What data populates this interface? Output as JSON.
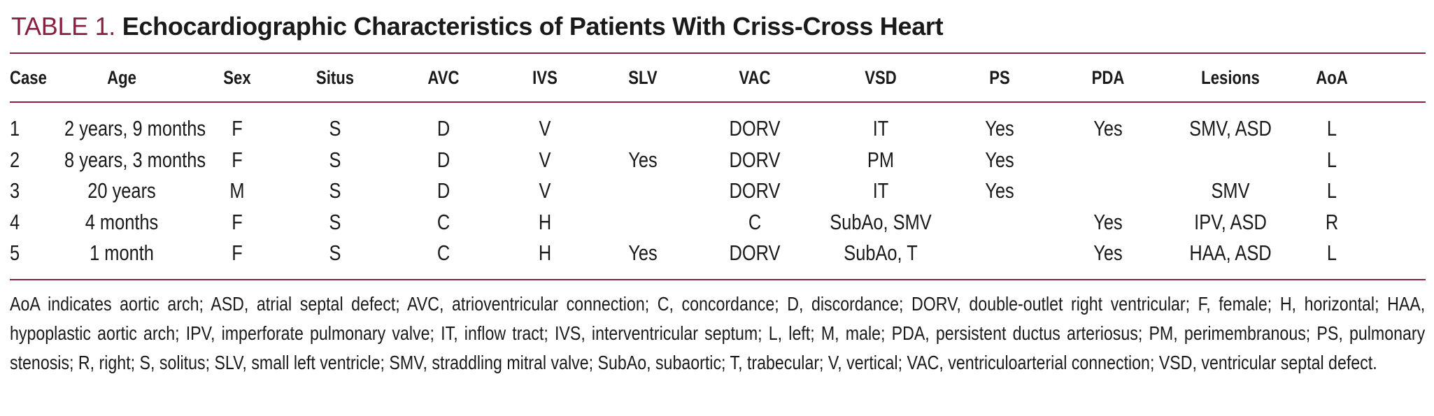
{
  "table": {
    "label": "TABLE 1.",
    "title": "Echocardiographic Characteristics of Patients With Criss-Cross Heart",
    "columns": [
      "Case",
      "Age",
      "Sex",
      "Situs",
      "AVC",
      "IVS",
      "SLV",
      "VAC",
      "VSD",
      "PS",
      "PDA",
      "Lesions",
      "AoA"
    ],
    "rows": [
      [
        "1",
        "2 years, 9 months",
        "F",
        "S",
        "D",
        "V",
        "",
        "DORV",
        "IT",
        "Yes",
        "Yes",
        "SMV, ASD",
        "L"
      ],
      [
        "2",
        "8 years, 3 months",
        "F",
        "S",
        "D",
        "V",
        "Yes",
        "DORV",
        "PM",
        "Yes",
        "",
        "",
        "L"
      ],
      [
        "3",
        "20 years",
        "M",
        "S",
        "D",
        "V",
        "",
        "DORV",
        "IT",
        "Yes",
        "",
        "SMV",
        "L"
      ],
      [
        "4",
        "4 months",
        "F",
        "S",
        "C",
        "H",
        "",
        "C",
        "SubAo, SMV",
        "",
        "Yes",
        "IPV, ASD",
        "R"
      ],
      [
        "5",
        "1 month",
        "F",
        "S",
        "C",
        "H",
        "Yes",
        "DORV",
        "SubAo, T",
        "",
        "Yes",
        "HAA, ASD",
        "L"
      ]
    ],
    "footnote": "AoA indicates aortic arch; ASD, atrial septal defect; AVC, atrioventricular connection; C, concordance; D, discordance; DORV, double-outlet right ventricular; F, female; H, horizontal; HAA, hypoplastic aortic arch; IPV, imperforate pulmonary valve; IT, inflow tract; IVS, interventricular septum; L, left; M, male; PDA, persistent ductus arteriosus; PM, perimembranous; PS, pulmonary stenosis; R, right; S, solitus; SLV, small left ventricle; SMV, straddling mitral valve; SubAo, subaortic; T, trabecular; V, vertical; VAC, ventriculoarterial connection; VSD, ventricular septal defect."
  },
  "colors": {
    "accent": "#8a2040",
    "text": "#1a1a1a"
  }
}
